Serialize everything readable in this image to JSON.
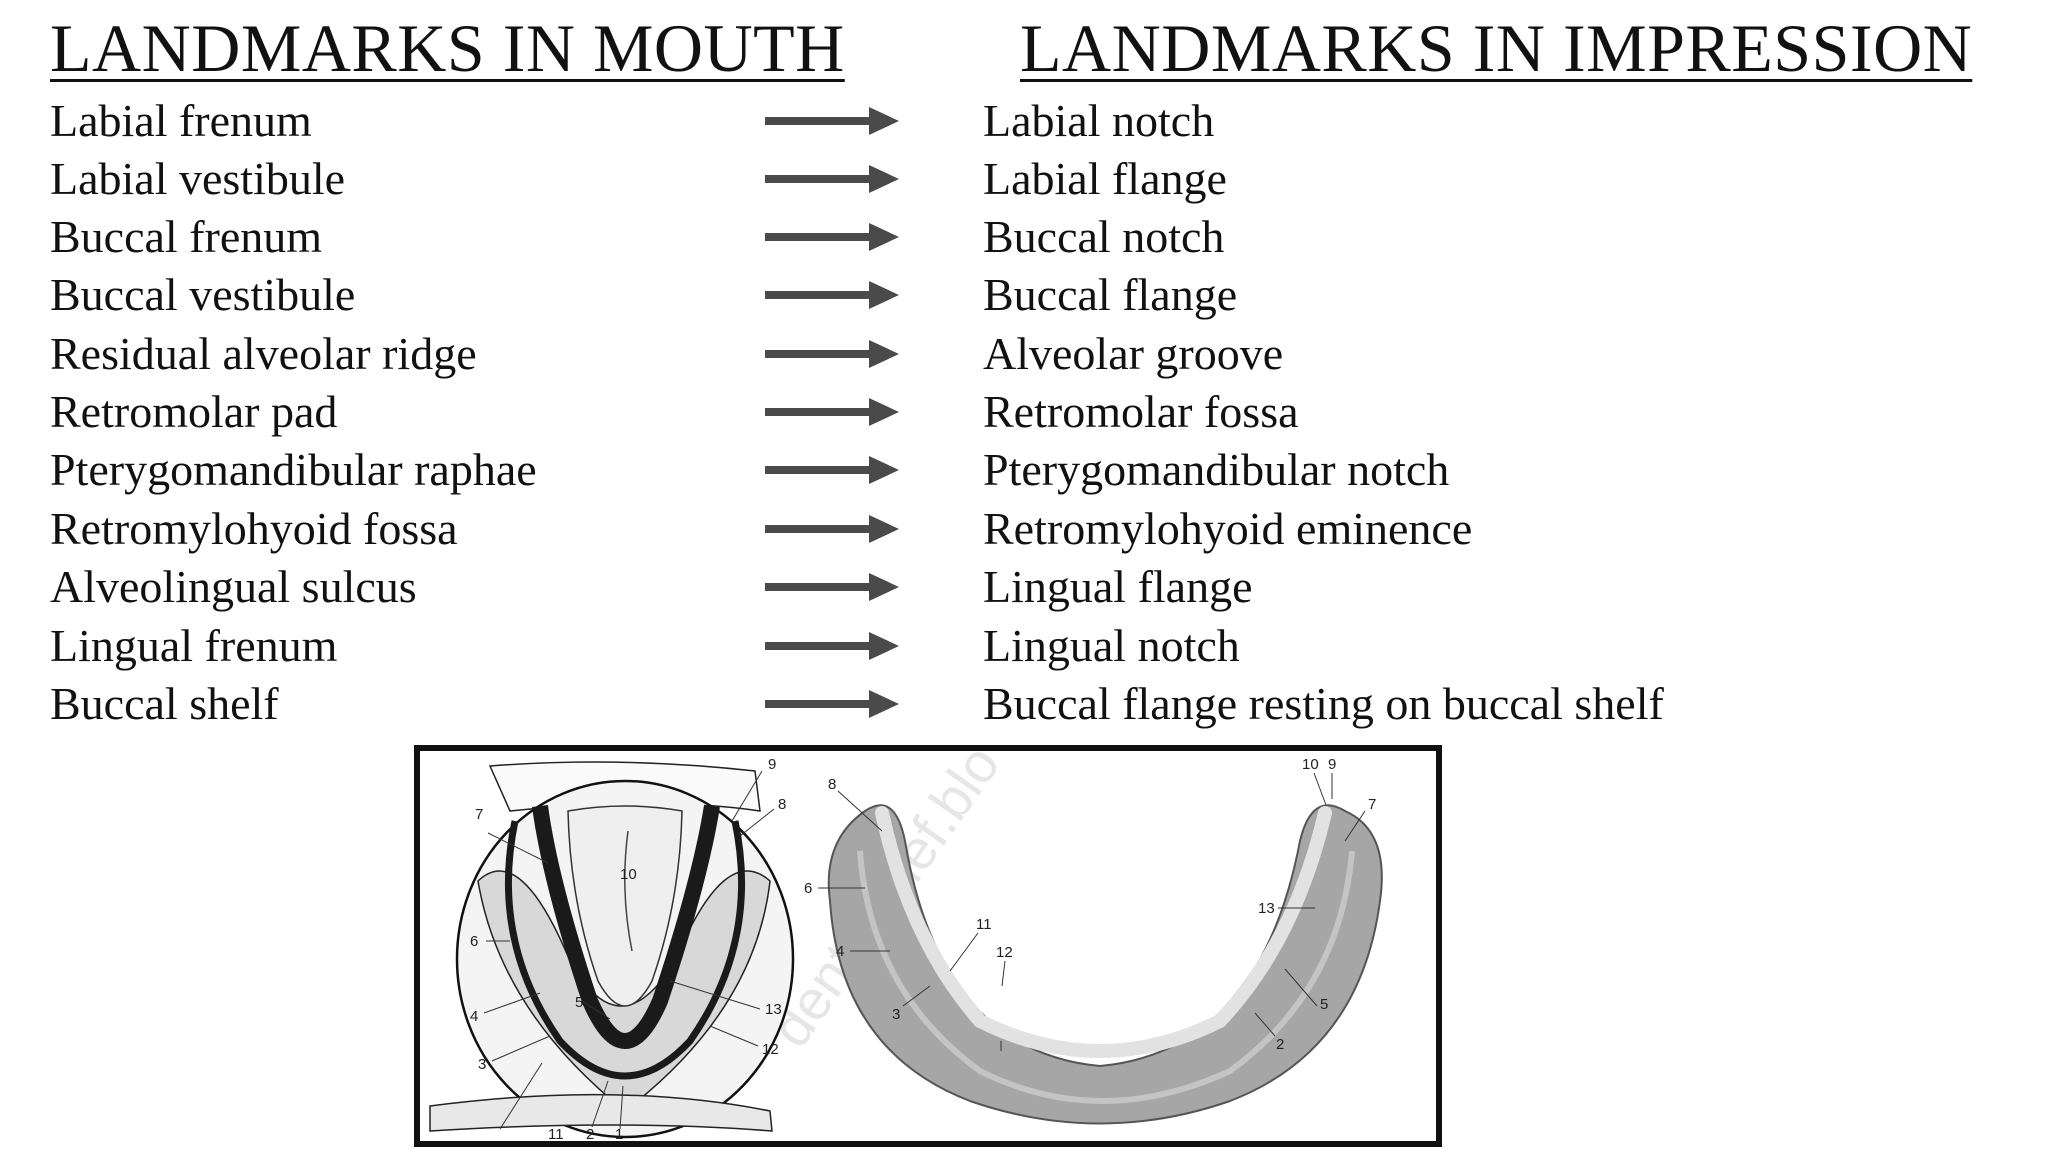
{
  "headings": {
    "left": "LANDMARKS IN MOUTH",
    "right": "LANDMARKS IN IMPRESSION"
  },
  "rows": [
    {
      "mouth": "Labial frenum",
      "impression": "Labial notch"
    },
    {
      "mouth": "Labial vestibule",
      "impression": "Labial flange"
    },
    {
      "mouth": "Buccal frenum",
      "impression": "Buccal notch"
    },
    {
      "mouth": "Buccal vestibule",
      "impression": "Buccal flange"
    },
    {
      "mouth": "Residual alveolar ridge",
      "impression": "Alveolar groove"
    },
    {
      "mouth": "Retromolar pad",
      "impression": "Retromolar fossa"
    },
    {
      "mouth": "Pterygomandibular raphae",
      "impression": "Pterygomandibular notch"
    },
    {
      "mouth": "Retromylohyoid fossa",
      "impression": "Retromylohyoid eminence"
    },
    {
      "mouth": "Alveolingual sulcus",
      "impression": "Lingual flange"
    },
    {
      "mouth": "Lingual frenum",
      "impression": "Lingual notch"
    },
    {
      "mouth": "Buccal shelf",
      "impression": "Buccal flange resting on buccal shelf"
    }
  ],
  "figure": {
    "mouth_labels": [
      "9",
      "8",
      "7",
      "10",
      "6",
      "5",
      "4",
      "3",
      "13",
      "12",
      "11",
      "2",
      "1"
    ],
    "impression_labels": [
      "8",
      "10",
      "9",
      "7",
      "6",
      "13",
      "11",
      "12",
      "4",
      "3",
      "5",
      "2"
    ]
  },
  "colors": {
    "text": "#111111",
    "arrow": "#4a4a4a",
    "frame": "#111111",
    "impression_fill": "#a6a6a6"
  }
}
